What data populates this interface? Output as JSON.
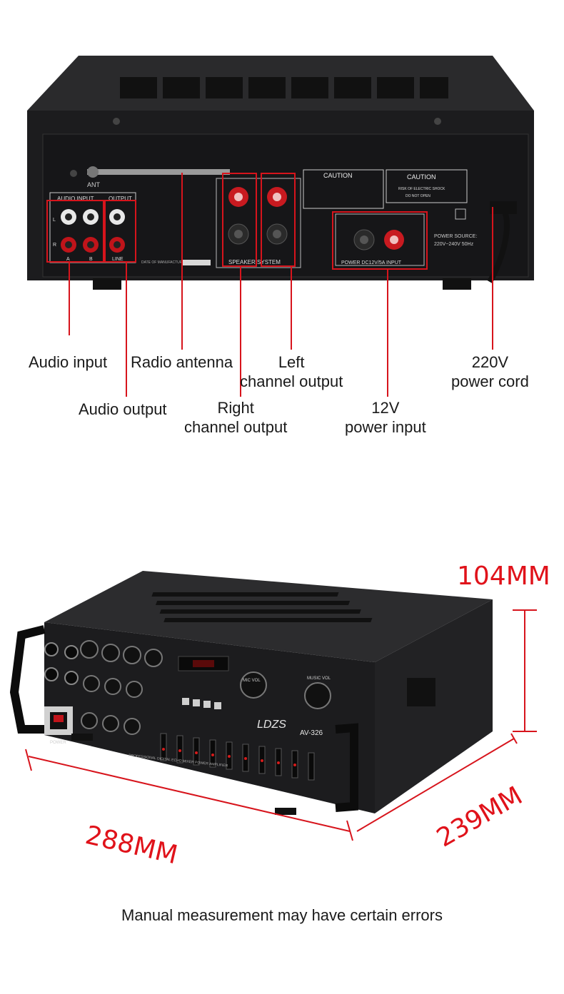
{
  "rear_panel": {
    "callouts": [
      {
        "id": "audio-input",
        "text": "Audio input"
      },
      {
        "id": "radio-antenna",
        "text": "Radio antenna"
      },
      {
        "id": "left-channel-output",
        "text": "Left\nchannel output"
      },
      {
        "id": "power-cord",
        "text": "220V\npower cord"
      },
      {
        "id": "audio-output",
        "text": "Audio output"
      },
      {
        "id": "right-channel-output",
        "text": "Right\nchannel output"
      },
      {
        "id": "power-input",
        "text": "12V\npower input"
      }
    ],
    "panel_text": {
      "ant": "ANT",
      "audio_input": "AUDIO INPUT",
      "output": "OUTPUT",
      "line": "LINE",
      "a": "A",
      "b": "B",
      "l": "L",
      "r": "R",
      "date_of_manufacture": "DATE OF MANUFACTURE",
      "caution_1": "CAUTION",
      "caution_2": "CAUTION",
      "risk_of_shock": "RISK OF ELECTRIC SHOCK",
      "do_not_open": "DO NOT OPEN",
      "speaker_system": "SPEAKER SYSTEM",
      "power_dc": "POWER DC12V/5A INPUT",
      "power_source": "POWER SOURCE:",
      "power_range": "220V~240V 50Hz"
    }
  },
  "front_panel": {
    "brand": "LDZS",
    "model": "AV-326",
    "subtitle": "PROFESSIONAL DIGITAL ECHO MIXER POWER AMPLIFIER",
    "power_label": "POWER",
    "mic_vol": "MIC VOL",
    "music_vol": "MUSIC VOL"
  },
  "dimensions": {
    "height": "104MM",
    "width": "288MM",
    "depth": "239MM"
  },
  "footer_note": "Manual measurement may have certain errors",
  "colors": {
    "callout_red": "#d7141c",
    "dimension_red": "#e0121a",
    "chassis": "#1c1c1e"
  }
}
